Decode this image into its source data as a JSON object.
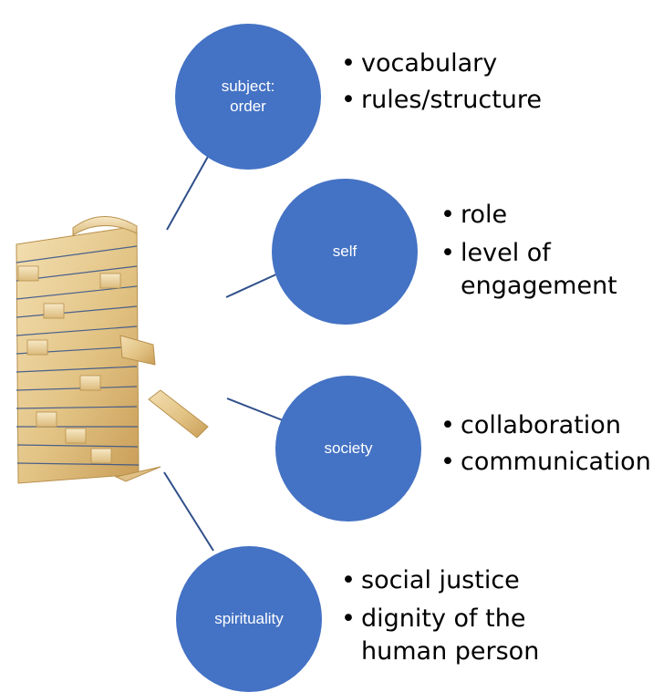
{
  "colors": {
    "circle_fill": "#4472c4",
    "circle_text": "#ffffff",
    "connector": "#2f4f8a",
    "bullet_text": "#000000"
  },
  "image": {
    "subject": "stacked wooden tower blocks"
  },
  "nodes": [
    {
      "label_lines": [
        "subject:",
        "order"
      ],
      "bullets": [
        "vocabulary",
        "rules/structure"
      ]
    },
    {
      "label_lines": [
        "self"
      ],
      "bullets": [
        "role",
        "level of engagement"
      ]
    },
    {
      "label_lines": [
        "society"
      ],
      "bullets": [
        "collaboration",
        "communication"
      ]
    },
    {
      "label_lines": [
        "spirituality"
      ],
      "bullets": [
        "social justice",
        "dignity of the human person"
      ]
    }
  ]
}
